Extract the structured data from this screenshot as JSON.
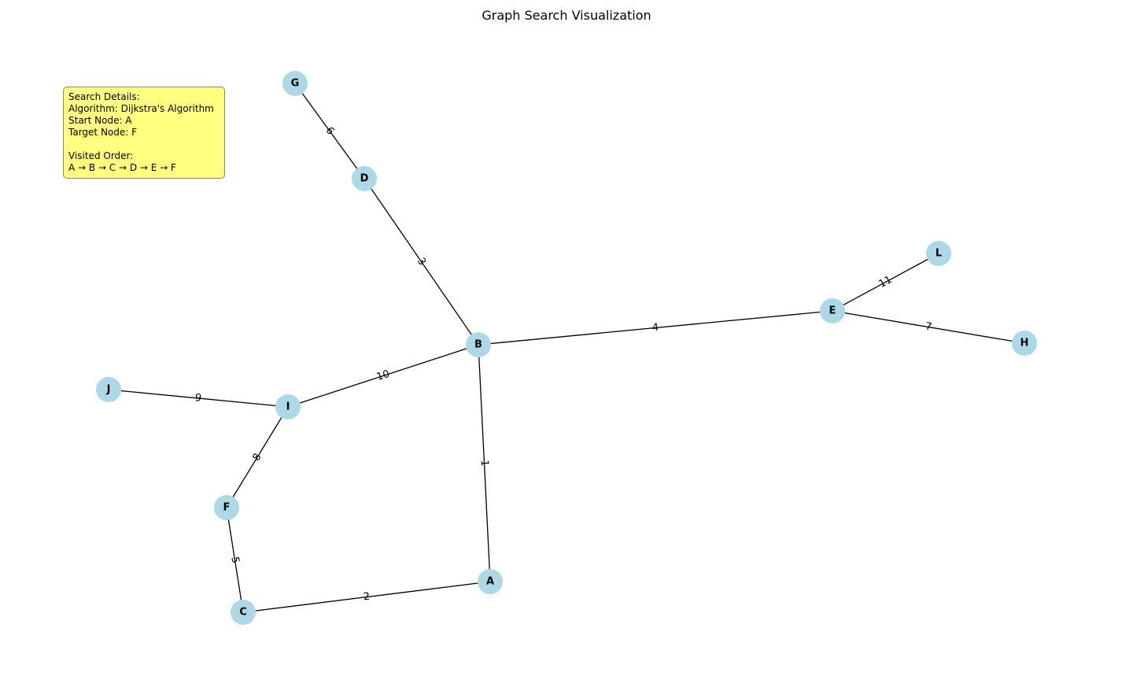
{
  "title": "Graph Search Visualization",
  "info": {
    "heading": "Search Details:",
    "algorithm": "Algorithm: Dijkstra's Algorithm",
    "start": "Start Node: A",
    "target": "Target Node: F",
    "visited_heading": "Visited Order:",
    "visited_order": "A → B → C → D → E → F"
  },
  "colors": {
    "node_fill": "#add8e6",
    "edge": "#000000",
    "info_bg": "#ffff80"
  },
  "nodes": [
    "G",
    "D",
    "L",
    "E",
    "H",
    "B",
    "J",
    "I",
    "F",
    "A",
    "C"
  ],
  "edges": [
    {
      "from": "G",
      "to": "D",
      "weight": "6"
    },
    {
      "from": "D",
      "to": "B",
      "weight": "3"
    },
    {
      "from": "B",
      "to": "E",
      "weight": "4"
    },
    {
      "from": "E",
      "to": "L",
      "weight": "11"
    },
    {
      "from": "E",
      "to": "H",
      "weight": "7"
    },
    {
      "from": "B",
      "to": "I",
      "weight": "10"
    },
    {
      "from": "J",
      "to": "I",
      "weight": "9"
    },
    {
      "from": "I",
      "to": "F",
      "weight": "8"
    },
    {
      "from": "F",
      "to": "C",
      "weight": "5"
    },
    {
      "from": "B",
      "to": "A",
      "weight": "1"
    },
    {
      "from": "C",
      "to": "A",
      "weight": "2"
    }
  ]
}
